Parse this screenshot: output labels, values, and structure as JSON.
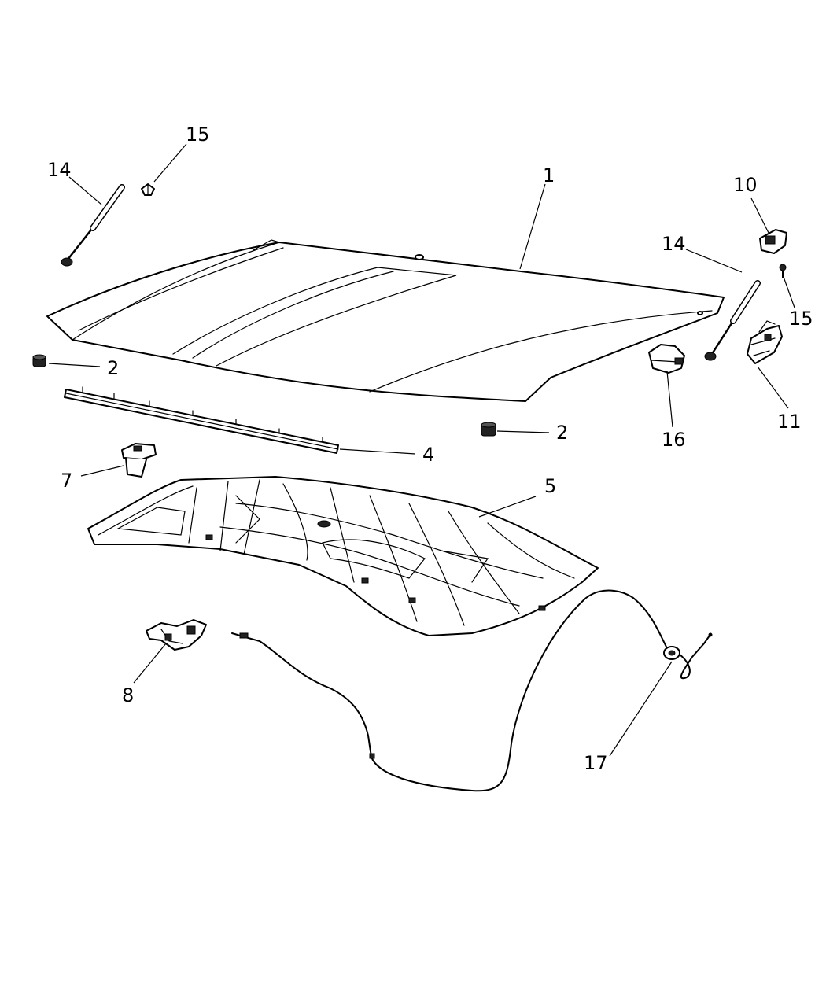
{
  "callouts": {
    "c1": "1",
    "c2a": "2",
    "c2b": "2",
    "c4": "4",
    "c5": "5",
    "c7": "7",
    "c8": "8",
    "c10": "10",
    "c11": "11",
    "c14a": "14",
    "c14b": "14",
    "c15a": "15",
    "c15b": "15",
    "c16": "16",
    "c17": "17"
  }
}
